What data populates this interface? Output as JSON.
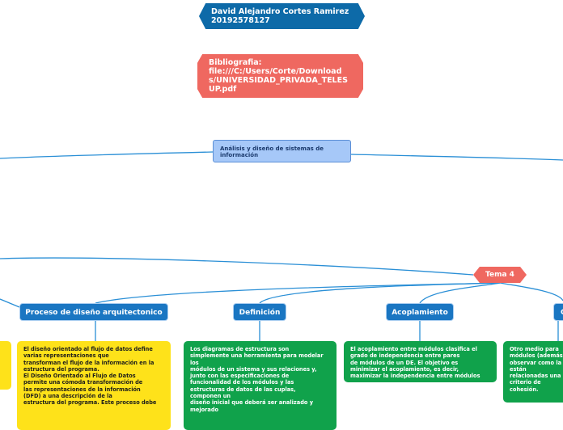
{
  "author": {
    "name": "David Alejandro Cortes Ramirez",
    "id": "20192578127"
  },
  "bibliography": {
    "lines": [
      "Bibliografia:",
      "file:///C:/Users/Corte/Download",
      "s/UNIVERSIDAD_PRIVADA_TELES",
      "UP.pdf"
    ]
  },
  "central_topic": {
    "label": "Análisis y diseño de sistemas de información"
  },
  "tema": {
    "label": "Tema 4"
  },
  "topics": [
    {
      "label": "Proceso de diseño arquitectonico",
      "lines": [
        "El diseño orientado al flujo de datos define",
        "varias representaciones que",
        "transforman el flujo de la información en la",
        "estructura del programa.",
        "El Diseño Orientado al Flujo de Datos",
        "permite una cómoda transformación de",
        "",
        "las representaciones de la información",
        "(DFD) a una descripción de la",
        "",
        "estructura del programa. Este proceso debe"
      ]
    },
    {
      "label": "Definición",
      "lines": [
        "Los diagramas de estructura son",
        "simplemente una herramienta para modelar",
        "los",
        "módulos de un sistema y sus relaciones y,",
        "junto con las especificaciones de",
        "funcionalidad de los módulos y las",
        "estructuras de datos de las cuplas,",
        "componen un",
        "",
        "diseño inicial que deberá ser analizado y",
        "mejorado"
      ]
    },
    {
      "label": "Acoplamiento",
      "lines": [
        "El acoplamiento entre módulos clasifica el",
        "grado de independencia entre pares",
        "de módulos de un DE. El objetivo es",
        "minimizar el acoplamiento, es decir,",
        "maximizar la independencia entre módulos"
      ]
    },
    {
      "label": "C",
      "lines": [
        "Otro medio para",
        "módulos (además",
        "observar como la",
        "están",
        "relacionadas una",
        "criterio de",
        "",
        "cohesión."
      ]
    }
  ],
  "colors": {
    "author_bg": "#0d6aa8",
    "biblio_bg": "#ef6860",
    "central_bg": "#a6c8f8",
    "tema_bg": "#ef6860",
    "topic_bg": "#1a76c2",
    "yellow_note": "#fee21a",
    "green_note": "#10a24b",
    "connector": "#2a8fd6"
  }
}
